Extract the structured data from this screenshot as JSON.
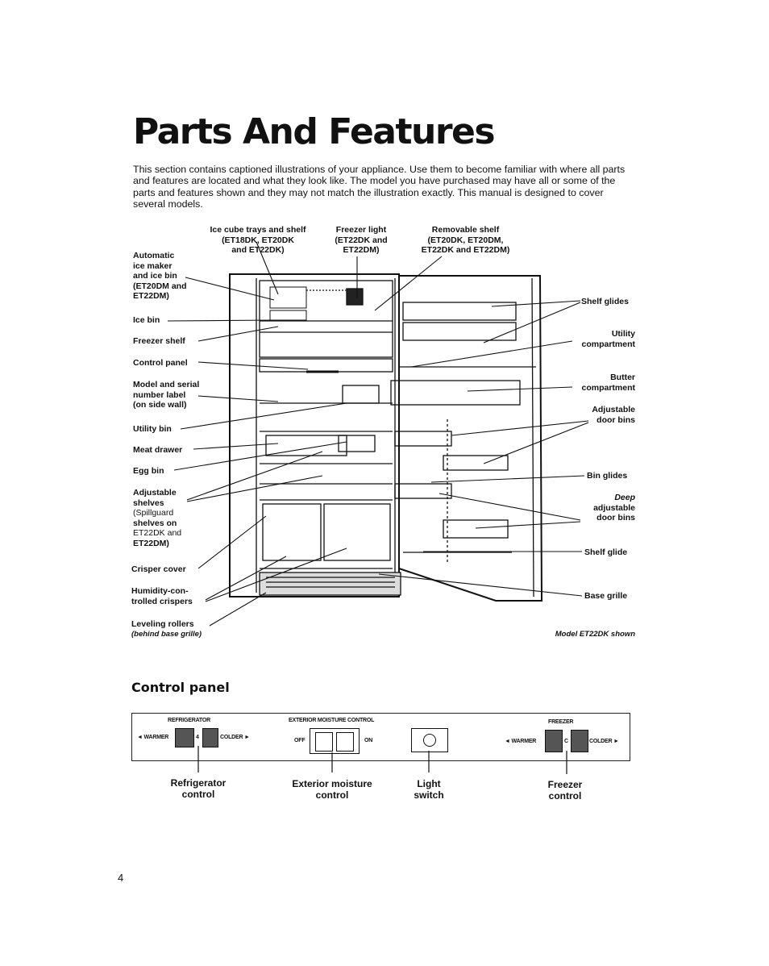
{
  "page": {
    "title": "Parts And Features",
    "intro": "This section contains captioned illustrations of your appliance. Use them to become familiar with where all parts and features are located and what they look like. The model you have purchased may have all or some of the parts and features shown and they may not match the illustration exactly. This manual is designed to cover several models.",
    "page_number": "4"
  },
  "labels_top": {
    "ice_trays": [
      "Ice cube trays and shelf",
      "(ET18DK, ET20DK",
      "and ET22DK)"
    ],
    "freezer_light": [
      "Freezer light",
      "(ET22DK and",
      "ET22DM)"
    ],
    "removable_shelf": [
      "Removable shelf",
      "(ET20DK, ET20DM,",
      "ET22DK and ET22DM)"
    ]
  },
  "labels_left": {
    "ice_maker": [
      "Automatic",
      "ice maker",
      "and ice bin",
      "(ET20DM and",
      "ET22DM)"
    ],
    "ice_bin": "Ice bin",
    "freezer_shelf": "Freezer shelf",
    "control_panel": "Control panel",
    "model_label": [
      "Model and serial",
      "number label",
      "(on side wall)"
    ],
    "utility_bin": "Utility bin",
    "meat_drawer": "Meat drawer",
    "egg_bin": "Egg bin",
    "adjustable_shelves": [
      "Adjustable",
      "shelves",
      "(Spillguard",
      "shelves on",
      "ET22DK and",
      "ET22DM)"
    ],
    "crisper_cover": "Crisper cover",
    "crispers": [
      "Humidity-con-",
      "trolled crispers"
    ],
    "leveling_rollers": "Leveling rollers",
    "leveling_note": "(behind base grille)"
  },
  "labels_right": {
    "shelf_glides": "Shelf glides",
    "utility_compartment": [
      "Utility",
      "compartment"
    ],
    "butter_compartment": [
      "Butter",
      "compartment"
    ],
    "door_bins": [
      "Adjustable",
      "door bins"
    ],
    "bin_glides": "Bin glides",
    "deep_bins": [
      "Deep",
      "adjustable",
      "door bins"
    ],
    "shelf_glide": "Shelf glide",
    "base_grille": "Base grille",
    "model_shown": "Model ET22DK shown"
  },
  "control_panel": {
    "heading": "Control panel",
    "refrigerator_header": "REFRIGERATOR",
    "warmer": "◄ WARMER",
    "colder": "COLDER ►",
    "ref_setting": "4",
    "moisture_header": "EXTERIOR MOISTURE CONTROL",
    "off": "OFF",
    "on": "ON",
    "freezer_header": "FREEZER",
    "frz_setting": "C",
    "callouts": {
      "refrigerator": [
        "Refrigerator",
        "control"
      ],
      "moisture": [
        "Exterior moisture",
        "control"
      ],
      "light": [
        "Light",
        "switch"
      ],
      "freezer": [
        "Freezer",
        "control"
      ]
    }
  }
}
